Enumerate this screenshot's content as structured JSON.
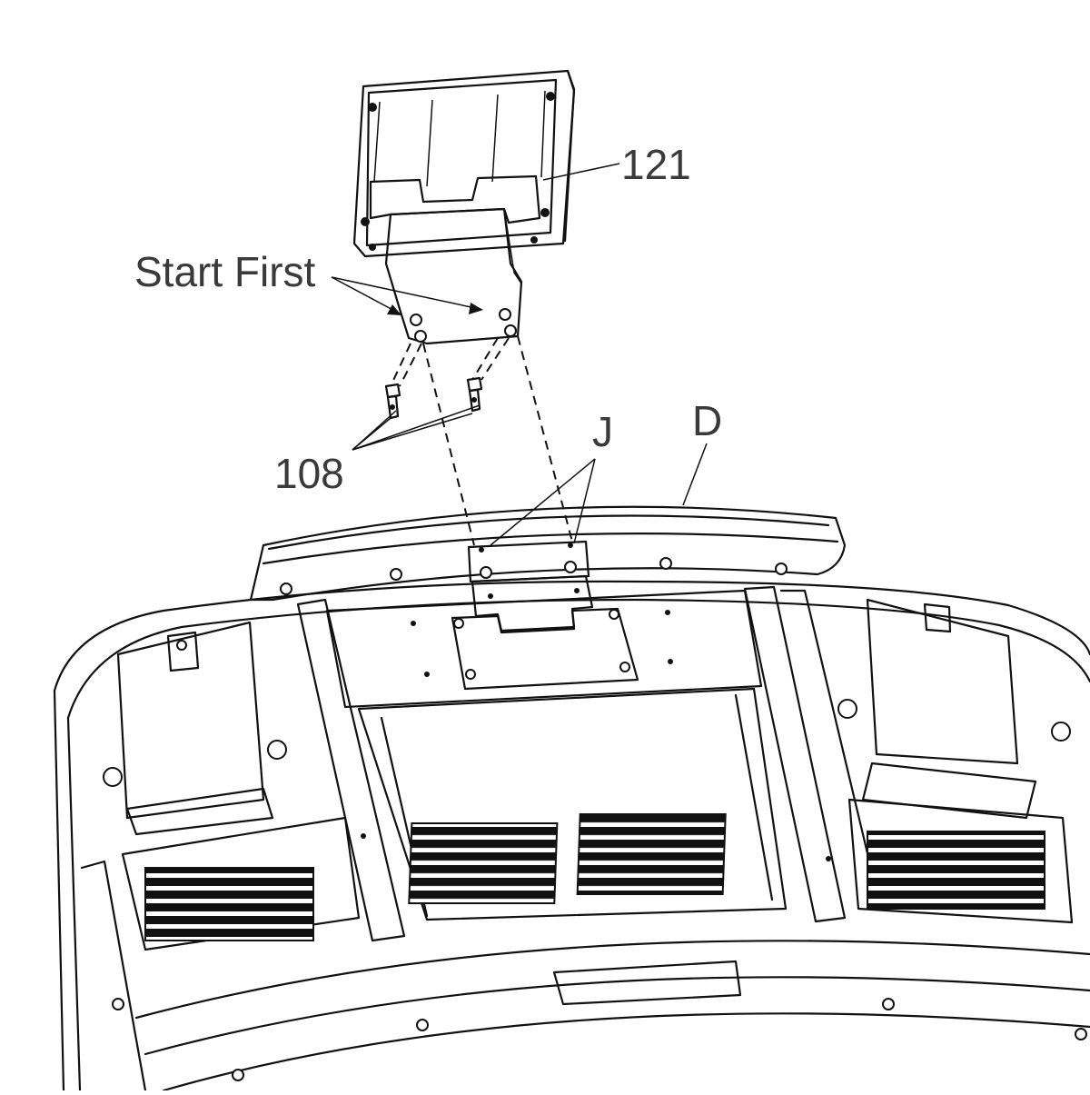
{
  "labels": {
    "part_121": "121",
    "start_first": "Start First",
    "part_108": "108",
    "part_j": "J",
    "part_d": "D"
  }
}
